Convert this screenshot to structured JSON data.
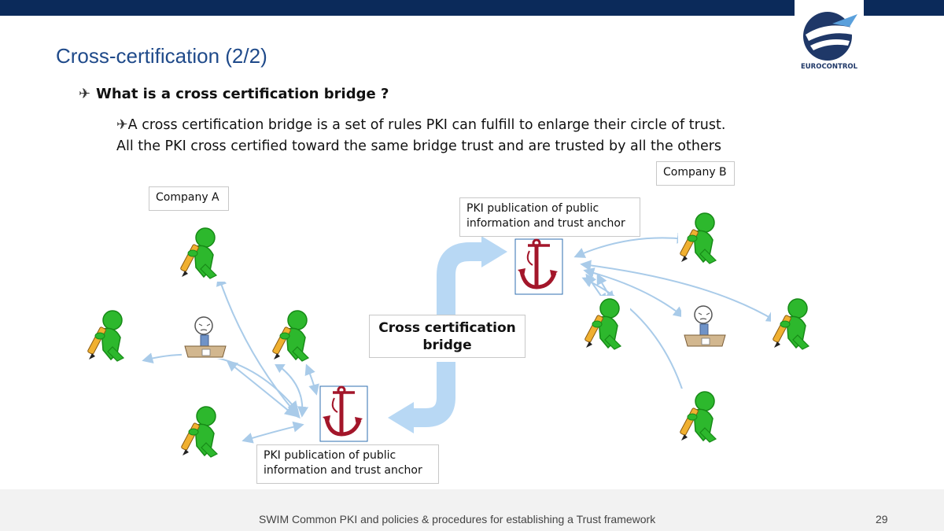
{
  "header": {
    "title": "Cross-certification (2/2)",
    "logo_text": "EUROCONTROL"
  },
  "content": {
    "bullet_icon": "airplane-icon",
    "question": "What is a cross certification bridge ?",
    "answer_line1": "A cross certification bridge is a set of rules PKI can fulfill to enlarge their circle of trust.",
    "answer_line2": "All the PKI cross certified toward the same bridge trust and are trusted by all the others"
  },
  "diagram": {
    "company_a": "Company A",
    "company_b": "Company B",
    "pki_publication_top_line1": "PKI publication of public",
    "pki_publication_top_line2": "information and trust anchor",
    "pki_publication_bottom_line1": "PKI publication of public",
    "pki_publication_bottom_line2": "information and trust anchor",
    "bridge_line1": "Cross certification",
    "bridge_line2": "bridge",
    "colors": {
      "person_green": "#2db82d",
      "anchor_red": "#a3162a",
      "bridge_arrow": "#b8d8f4",
      "trust_arrow": "#a9cbe9"
    }
  },
  "footer": {
    "text": "SWIM Common PKI and policies & procedures for establishing a Trust framework",
    "page_number": "29"
  }
}
